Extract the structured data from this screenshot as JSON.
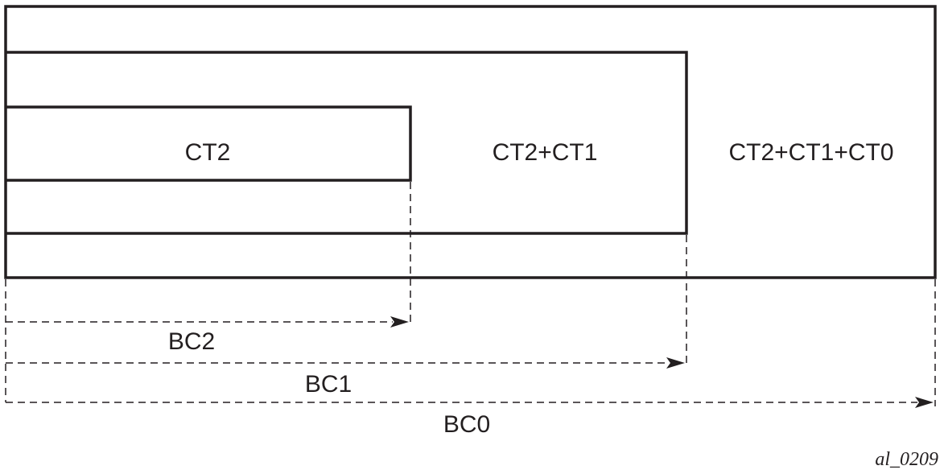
{
  "diagram": {
    "boxes": [
      {
        "id": "outer",
        "label": "CT2+CT1+CT0"
      },
      {
        "id": "middle",
        "label": "CT2+CT1"
      },
      {
        "id": "inner",
        "label": "CT2"
      }
    ],
    "constraints": [
      {
        "id": "bc2",
        "label": "BC2"
      },
      {
        "id": "bc1",
        "label": "BC1"
      },
      {
        "id": "bc0",
        "label": "BC0"
      }
    ],
    "figure_id": "al_0209"
  }
}
